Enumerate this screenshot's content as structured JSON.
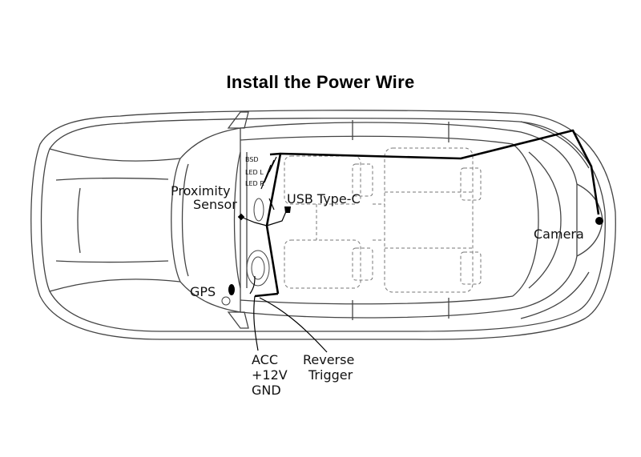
{
  "title": "Install the Power Wire",
  "labels": {
    "bsd": "BSD",
    "led_l": "LED L",
    "led_r": "LED R",
    "proximity_sensor_1": "Proximity",
    "proximity_sensor_2": "Sensor",
    "usb_type_c": "USB Type-C",
    "camera": "Camera",
    "gps": "GPS",
    "acc": "ACC",
    "plus12v": "+12V",
    "gnd": "GND",
    "reverse_1": "Reverse",
    "reverse_2": "Trigger"
  },
  "colors": {
    "outline": "#444444",
    "wire": "#000000",
    "dashed": "#777777"
  }
}
